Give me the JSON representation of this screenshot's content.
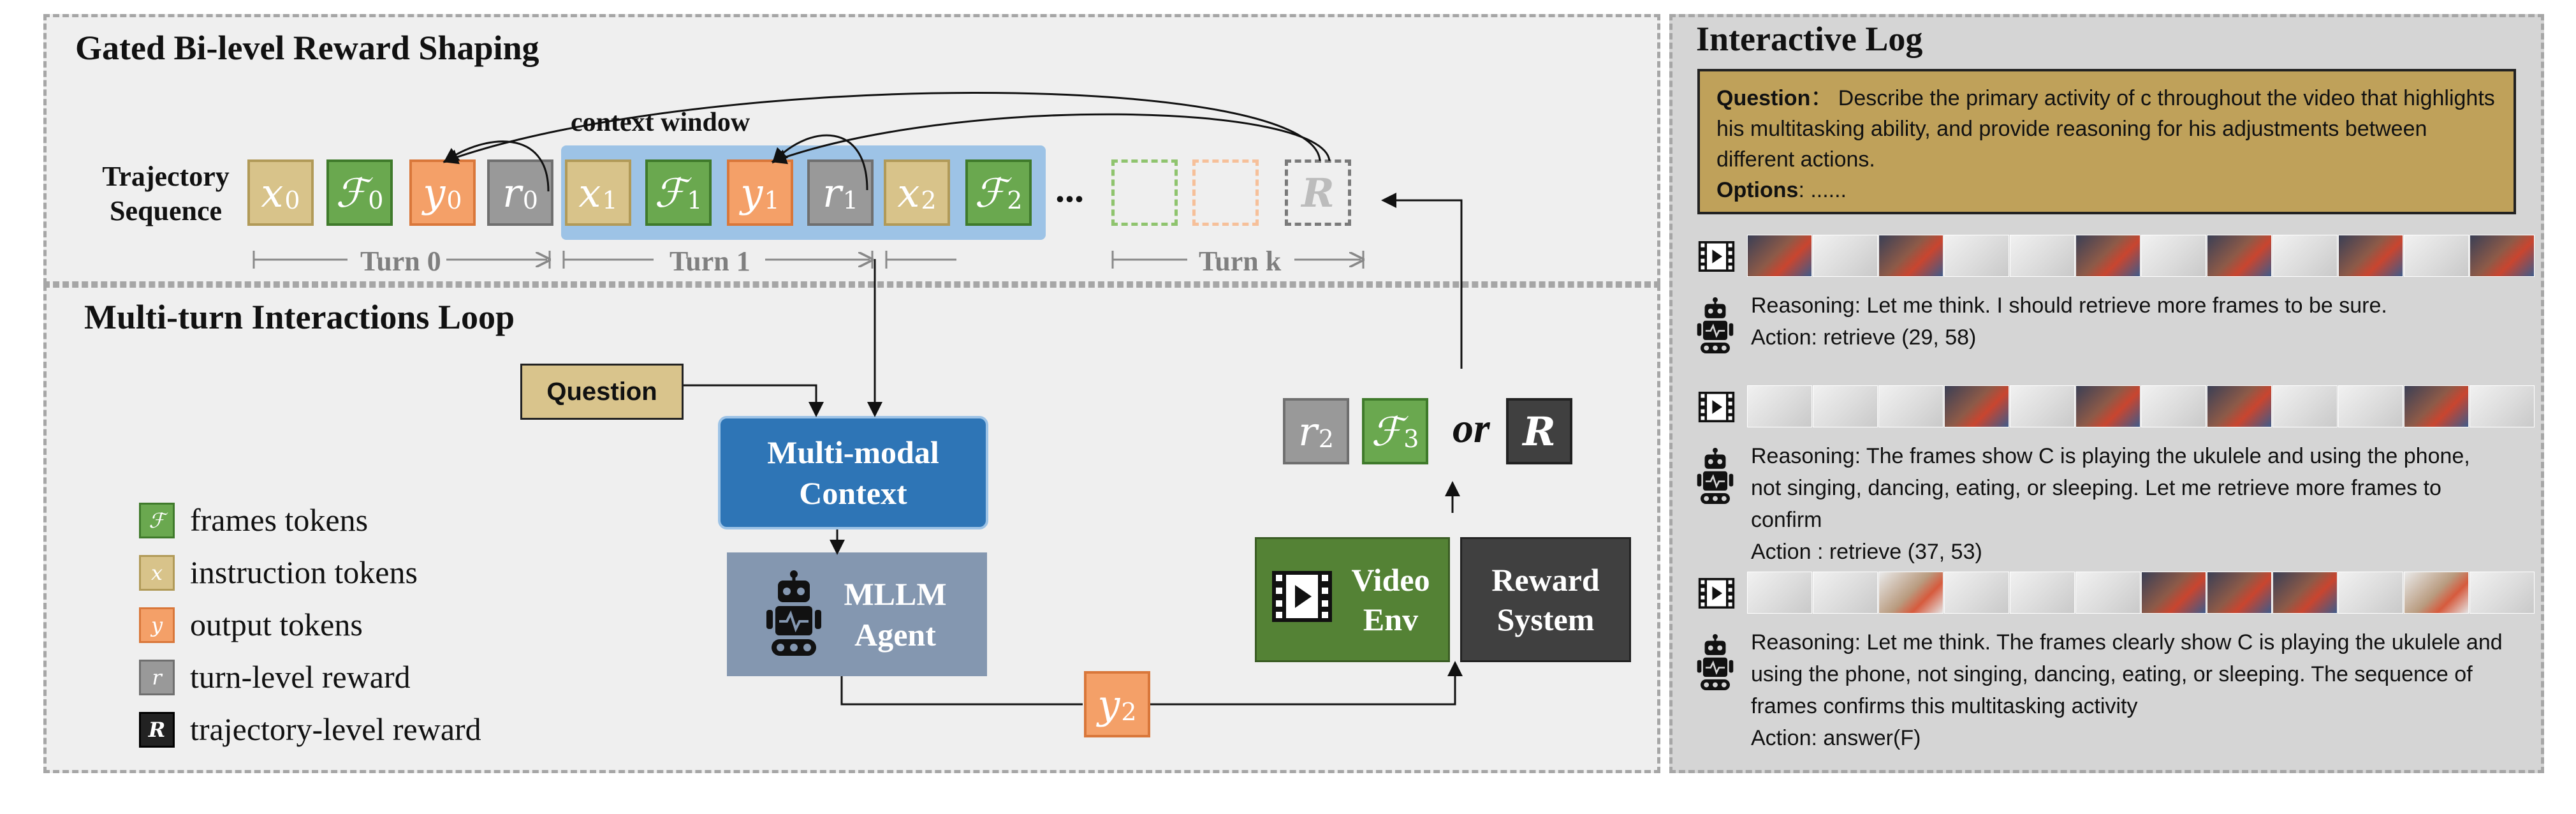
{
  "left_top": {
    "title": "Gated Bi-level Reward Shaping",
    "trajectory_label": [
      "Trajectory",
      "Sequence"
    ],
    "context_window_label": "context window",
    "ellipsis": "...",
    "turn_labels": [
      "Turn 0",
      "Turn 1",
      "Turn k"
    ],
    "tokens": [
      {
        "type": "x",
        "symbol": "x",
        "sub": "0"
      },
      {
        "type": "f",
        "symbol": "ℱ",
        "sub": "0"
      },
      {
        "type": "y",
        "symbol": "y",
        "sub": "0"
      },
      {
        "type": "r",
        "symbol": "r",
        "sub": "0"
      },
      {
        "type": "x",
        "symbol": "x",
        "sub": "1"
      },
      {
        "type": "f",
        "symbol": "ℱ",
        "sub": "1"
      },
      {
        "type": "y",
        "symbol": "y",
        "sub": "1"
      },
      {
        "type": "r",
        "symbol": "r",
        "sub": "1"
      },
      {
        "type": "x",
        "symbol": "x",
        "sub": "2"
      },
      {
        "type": "f",
        "symbol": "ℱ",
        "sub": "2"
      }
    ],
    "final_token_symbol": "R"
  },
  "left_bottom": {
    "title": "Multi-turn Interactions Loop",
    "question_label": "Question",
    "context_label": [
      "Multi-modal",
      "Context"
    ],
    "agent_label": [
      "MLLM",
      "Agent"
    ],
    "output_token": {
      "symbol": "y",
      "sub": "2"
    },
    "feedback_tokens": [
      {
        "type": "r",
        "symbol": "r",
        "sub": "2"
      },
      {
        "type": "f",
        "symbol": "ℱ",
        "sub": "3"
      }
    ],
    "or_label": "or",
    "reward_token_symbol": "R",
    "video_env_label": [
      "Video",
      "Env"
    ],
    "reward_system_label": [
      "Reward",
      "System"
    ],
    "legend": [
      {
        "type": "f",
        "symbol": "ℱ",
        "label": "frames tokens"
      },
      {
        "type": "x",
        "symbol": "x",
        "label": "instruction tokens"
      },
      {
        "type": "y",
        "symbol": "y",
        "label": "output tokens"
      },
      {
        "type": "r",
        "symbol": "r",
        "label": "turn-level reward"
      },
      {
        "type": "R",
        "symbol": "R",
        "label": "trajectory-level reward"
      }
    ]
  },
  "right": {
    "title": "Interactive Log",
    "question_key": "Question",
    "question_sep": "：",
    "question_text": "Describe the primary activity of c throughout the video that highlights his multitasking ability, and provide reasoning for his adjustments between different actions.",
    "options_key": "Options",
    "options_text": ": ......",
    "steps": [
      {
        "reasoning": "Reasoning: Let me think. I should retrieve more frames to be sure.",
        "action": "Action: retrieve (29, 58)",
        "frames": [
          "k",
          "w",
          "k",
          "w",
          "w",
          "k",
          "w",
          "k",
          "w",
          "k",
          "w",
          "k"
        ]
      },
      {
        "reasoning": "Reasoning: The frames show C is playing the ukulele and using the phone, not singing, dancing, eating, or sleeping. Let me retrieve more frames to confirm",
        "action": "Action : retrieve (37, 53)",
        "frames": [
          "w",
          "w",
          "w",
          "k",
          "w",
          "k",
          "w",
          "k",
          "w",
          "w",
          "k",
          "w"
        ]
      },
      {
        "reasoning": "Reasoning: Let me think. The frames clearly show C is playing the ukulele and using the phone, not singing, dancing, eating, or sleeping. The sequence of frames confirms this multitasking activity",
        "action": "Action: answer(F)",
        "frames": [
          "w",
          "w",
          "m",
          "w",
          "w",
          "w",
          "k",
          "k",
          "k",
          "w",
          "m",
          "w"
        ]
      }
    ]
  },
  "colors": {
    "x_token": "#d8c38a",
    "f_token": "#6aa84f",
    "y_token": "#f4a068",
    "r_token": "#999999",
    "R_token": "#4a4a4a",
    "context_box": "#2e75b6",
    "agent_box": "#8497b0",
    "video_env": "#548235",
    "reward_system": "#404040",
    "question_fill": "#d9c48c",
    "log_question_fill": "#bfa15a",
    "context_window": "#9dc3e6"
  },
  "icons": [
    "robot-icon",
    "film-icon"
  ]
}
